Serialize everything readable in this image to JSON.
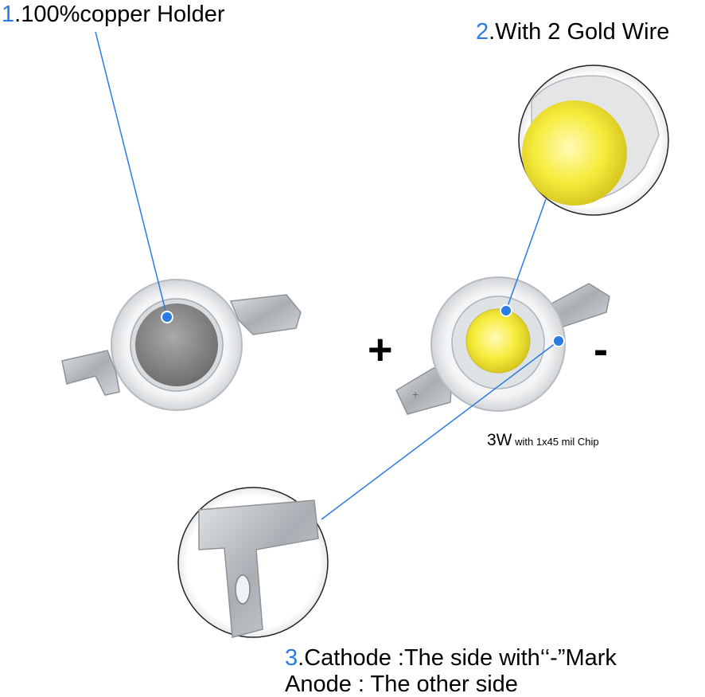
{
  "labels": {
    "holder_num": "1",
    "holder_text": ".100%copper Holder",
    "gold_num": "2",
    "gold_text": ".With 2 Gold Wire",
    "cathode_num": "3",
    "cathode_text": ".Cathode :The side with‘‘-”Mark",
    "anode_text": "Anode : The other side",
    "plus": "+",
    "minus": "-",
    "caption_main": "3W",
    "caption_detail": " with 1x45 mil Chip"
  },
  "colors": {
    "callout_blue": "#2a7be4",
    "text": "#000000",
    "led_yellow": "#f5ec3a",
    "metal": "#b9bdc1",
    "housing": "#e6e8ea",
    "copper_holder": "#8a8a8a"
  }
}
